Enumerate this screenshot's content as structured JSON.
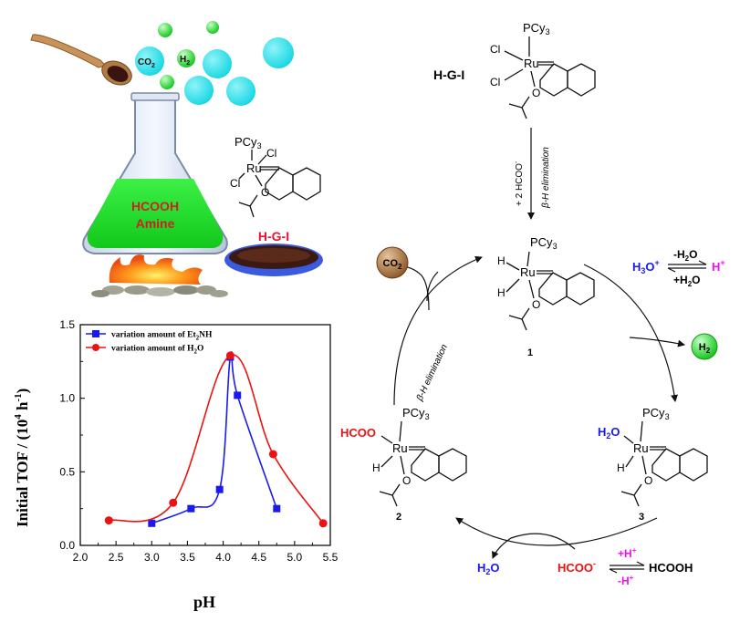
{
  "flask": {
    "co2_bubble": "CO",
    "co2_sub": "2",
    "h2_bubble": "H",
    "h2_sub": "2",
    "liquid_line1": "HCOOH",
    "liquid_line2": "Amine",
    "colors": {
      "liquid": "#22e02a",
      "bubble_cyan": "#22dde8",
      "bubble_green": "#2fe03a",
      "text_red": "#cc2222"
    }
  },
  "catalyst_left": {
    "pcy3": "PCy",
    "pcy3_sub": "3",
    "cl_top": "Cl",
    "cl_left": "Cl",
    "ru": "Ru",
    "o": "O",
    "name": "H-G-I"
  },
  "catalyst_top": {
    "name": "H-G-I",
    "pcy3": "PCy",
    "pcy3_sub": "3",
    "cl1": "Cl",
    "cl2": "Cl",
    "ru": "Ru",
    "o": "O"
  },
  "activation": {
    "reagent": "+ 2 HCOO",
    "reagent_sup": "-",
    "process": "β-H elimination"
  },
  "cycle": {
    "c1": {
      "pcy3": "PCy",
      "pcy3_sub": "3",
      "h1": "H",
      "h2": "H",
      "ru": "Ru",
      "o": "O",
      "label": "1"
    },
    "c2": {
      "pcy3": "PCy",
      "pcy3_sub": "3",
      "hcoo": "HCOO",
      "h": "H",
      "ru": "Ru",
      "o": "O",
      "label": "2"
    },
    "c3": {
      "pcy3": "PCy",
      "pcy3_sub": "3",
      "h2o_h": "H",
      "h2o_2": "2",
      "h2o_o": "O",
      "h": "H",
      "ru": "Ru",
      "o": "O",
      "label": "3"
    },
    "co2_ball": "CO",
    "co2_ball_sub": "2",
    "h2_ball": "H",
    "h2_ball_sub": "2",
    "beta_h": "β-H elimination",
    "h3o_h": "H",
    "h3o_3": "3",
    "h3o_o": "O",
    "h3o_plus": "+",
    "minus_h2o": "-H",
    "minus_h2o_2": "2",
    "minus_h2o_o": "O",
    "plus_h2o": "+H",
    "plus_h2o_2": "2",
    "plus_h2o_o": "O",
    "hplus": "H",
    "hplus_sup": "+",
    "h2o_out": "H",
    "h2o_out_2": "2",
    "h2o_out_o": "O",
    "hcoo_in": "HCOO",
    "hcoo_in_sup": "-",
    "plus_hplus": "+H",
    "plus_hplus_sup": "+",
    "minus_hplus": "-H",
    "minus_hplus_sup": "+",
    "hcooh": "HCOOH",
    "colors": {
      "red": "#ee1111",
      "blue": "#1a1aee",
      "magenta": "#ee11ee",
      "co2_ball": "#a87842",
      "h2_ball": "#33dd33"
    }
  },
  "chart_data": {
    "type": "line",
    "xlabel": "pH",
    "ylabel_main": "Initial TOF / (10",
    "ylabel_sup": "4",
    "ylabel_unit": " h",
    "ylabel_sup2": "-1",
    "ylabel_close": ")",
    "xlim": [
      2.0,
      5.5
    ],
    "ylim": [
      0.0,
      1.5
    ],
    "xticks": [
      "2.0",
      "2.5",
      "3.0",
      "3.5",
      "4.0",
      "4.5",
      "5.0",
      "5.5"
    ],
    "yticks": [
      "0.0",
      "0.5",
      "1.0",
      "1.5"
    ],
    "legend_position": "top-left",
    "series": [
      {
        "name_pre": "variation amount of Et",
        "name_sub": "2",
        "name_post": "NH",
        "color": "#1a1aee",
        "marker": "square",
        "x": [
          3.0,
          3.55,
          3.95,
          4.1,
          4.2,
          4.75
        ],
        "y": [
          0.15,
          0.25,
          0.38,
          1.28,
          1.02,
          0.25
        ]
      },
      {
        "name_pre": "variation amount of H",
        "name_sub": "2",
        "name_post": "O",
        "color": "#ee1111",
        "marker": "circle",
        "x": [
          2.4,
          3.3,
          4.1,
          4.7,
          5.4
        ],
        "y": [
          0.17,
          0.29,
          1.29,
          0.62,
          0.15
        ]
      }
    ]
  }
}
